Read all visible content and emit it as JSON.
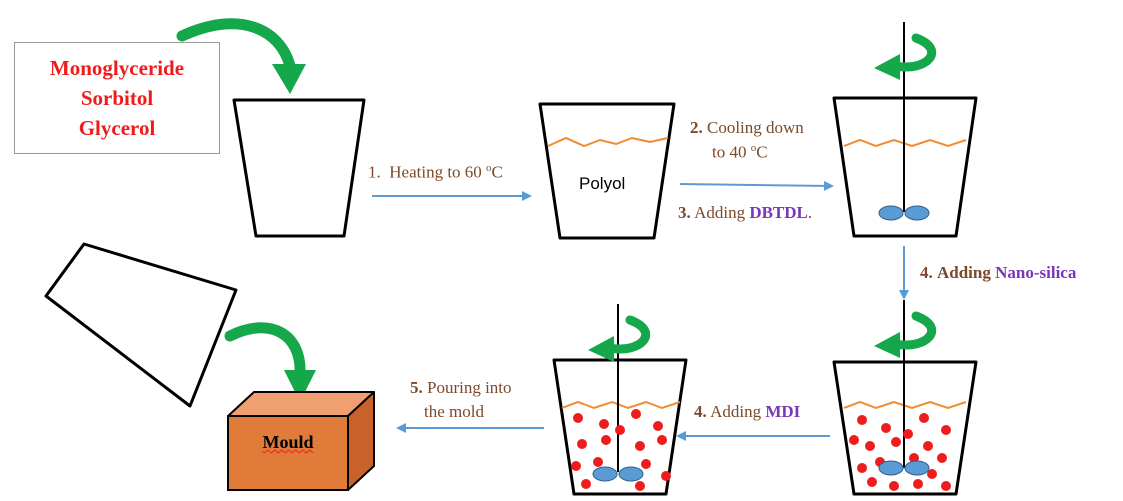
{
  "ingredients": {
    "items": [
      "Monoglyceride",
      "Sorbitol",
      "Glycerol"
    ],
    "color": "#ee1c1c"
  },
  "beaker_label": "Polyol",
  "steps": {
    "step1": {
      "num": "1.",
      "text": "Heating to 60 ",
      "sup": "o",
      "unit": "C"
    },
    "step2": {
      "num": "2.",
      "line1": "Cooling down",
      "line2_pre": "to 40 ",
      "sup": "o",
      "unit": "C"
    },
    "step3": {
      "num": "3.",
      "text": "Adding ",
      "reagent": "DBTDL",
      "tail": "."
    },
    "step4a": {
      "num": "4.",
      "text": "Adding ",
      "reagent": "Nano-silica"
    },
    "step4b": {
      "num": "4.",
      "text": "Adding ",
      "reagent": "MDI"
    },
    "step5": {
      "num": "5.",
      "line1": "Pouring into",
      "line2": "the mold"
    }
  },
  "mould_label": "Mould",
  "colors": {
    "arrow": "#5b9bd5",
    "rotation_arrow": "#15a84a",
    "liquid_line": "#f28a2e",
    "particles": "#ee1c1c",
    "stirrer_blades": "#5b9bd5",
    "mould_face": "#e07b39",
    "reagent": "#7a35b8",
    "text": "#7b4a2a"
  }
}
